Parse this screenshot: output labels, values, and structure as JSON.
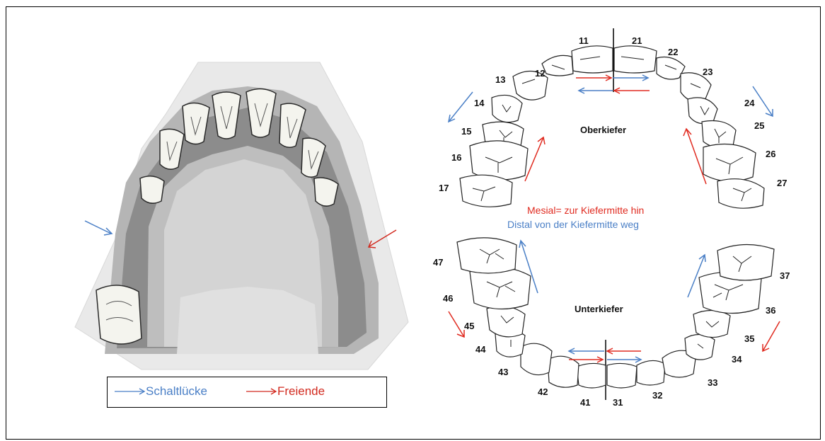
{
  "legend": {
    "schalt_label": "Schaltlücke",
    "freiende_label": "Freiende",
    "schalt_color": "#4a7fc6",
    "freiende_color": "#d22b20"
  },
  "diagram": {
    "upper_jaw_label": "Oberkiefer",
    "lower_jaw_label": "Unterkiefer",
    "mesial_text": "Mesial= zur Kiefermitte hin",
    "distal_text": "Distal von der Kiefermitte weg",
    "mesial_color": "#e02b20",
    "distal_color": "#4a7fc6",
    "upper_teeth": [
      "11",
      "12",
      "13",
      "14",
      "15",
      "16",
      "17",
      "21",
      "22",
      "23",
      "24",
      "25",
      "26",
      "27"
    ],
    "lower_teeth": [
      "31",
      "32",
      "33",
      "34",
      "35",
      "36",
      "37",
      "41",
      "42",
      "43",
      "44",
      "45",
      "46",
      "47"
    ]
  }
}
